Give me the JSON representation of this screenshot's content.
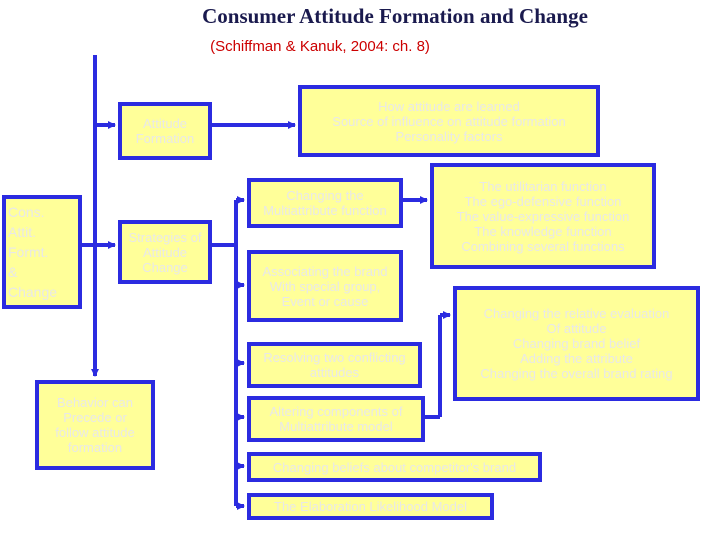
{
  "title": "Consumer Attitude Formation and Change",
  "subtitle": "(Schiffman & Kanuk, 2004: ch. 8)",
  "colors": {
    "box_fill": "#ffff99",
    "box_border": "#2b2be0",
    "connector": "#2b2be0",
    "title": "#1a1a4e",
    "subtitle": "#cc0000",
    "box_text": "#e8e8e8"
  },
  "nodes": {
    "cons": "Cons.\nAttit.\nFormt.\n&\nChange",
    "attitude_formation": "Attitude\nFormation",
    "attitude_change": "Strategies of\nAttitude\nChange",
    "behavior": "Behavior can\nPrecede or\nfollow attitude\nformation",
    "how_learned": "How attitude are learned\nSource of influence on attitude formation\nPersonality factors",
    "multiattribute_function": "Changing the\nMultiattribute function",
    "associating": "Associating the brand\nWith special group,\nEvent or cause",
    "functions": "The utilitarian function\nThe ego-defensive function\nThe value-expressive function\nThe knowledge function\nCombining several functions",
    "resolving": "Resolving two conflicting\nattitudes",
    "altering": "Altering components of\nMultiattribute model",
    "relative_eval": "Changing the relative evaluation\nOf attitude\nChanging brand belief\nAdding the attribute\nChanging the overall brand rating",
    "beliefs": "Changing beliefs about competitor's brand",
    "elaboration": "The Elaboration Likelihood Model"
  }
}
